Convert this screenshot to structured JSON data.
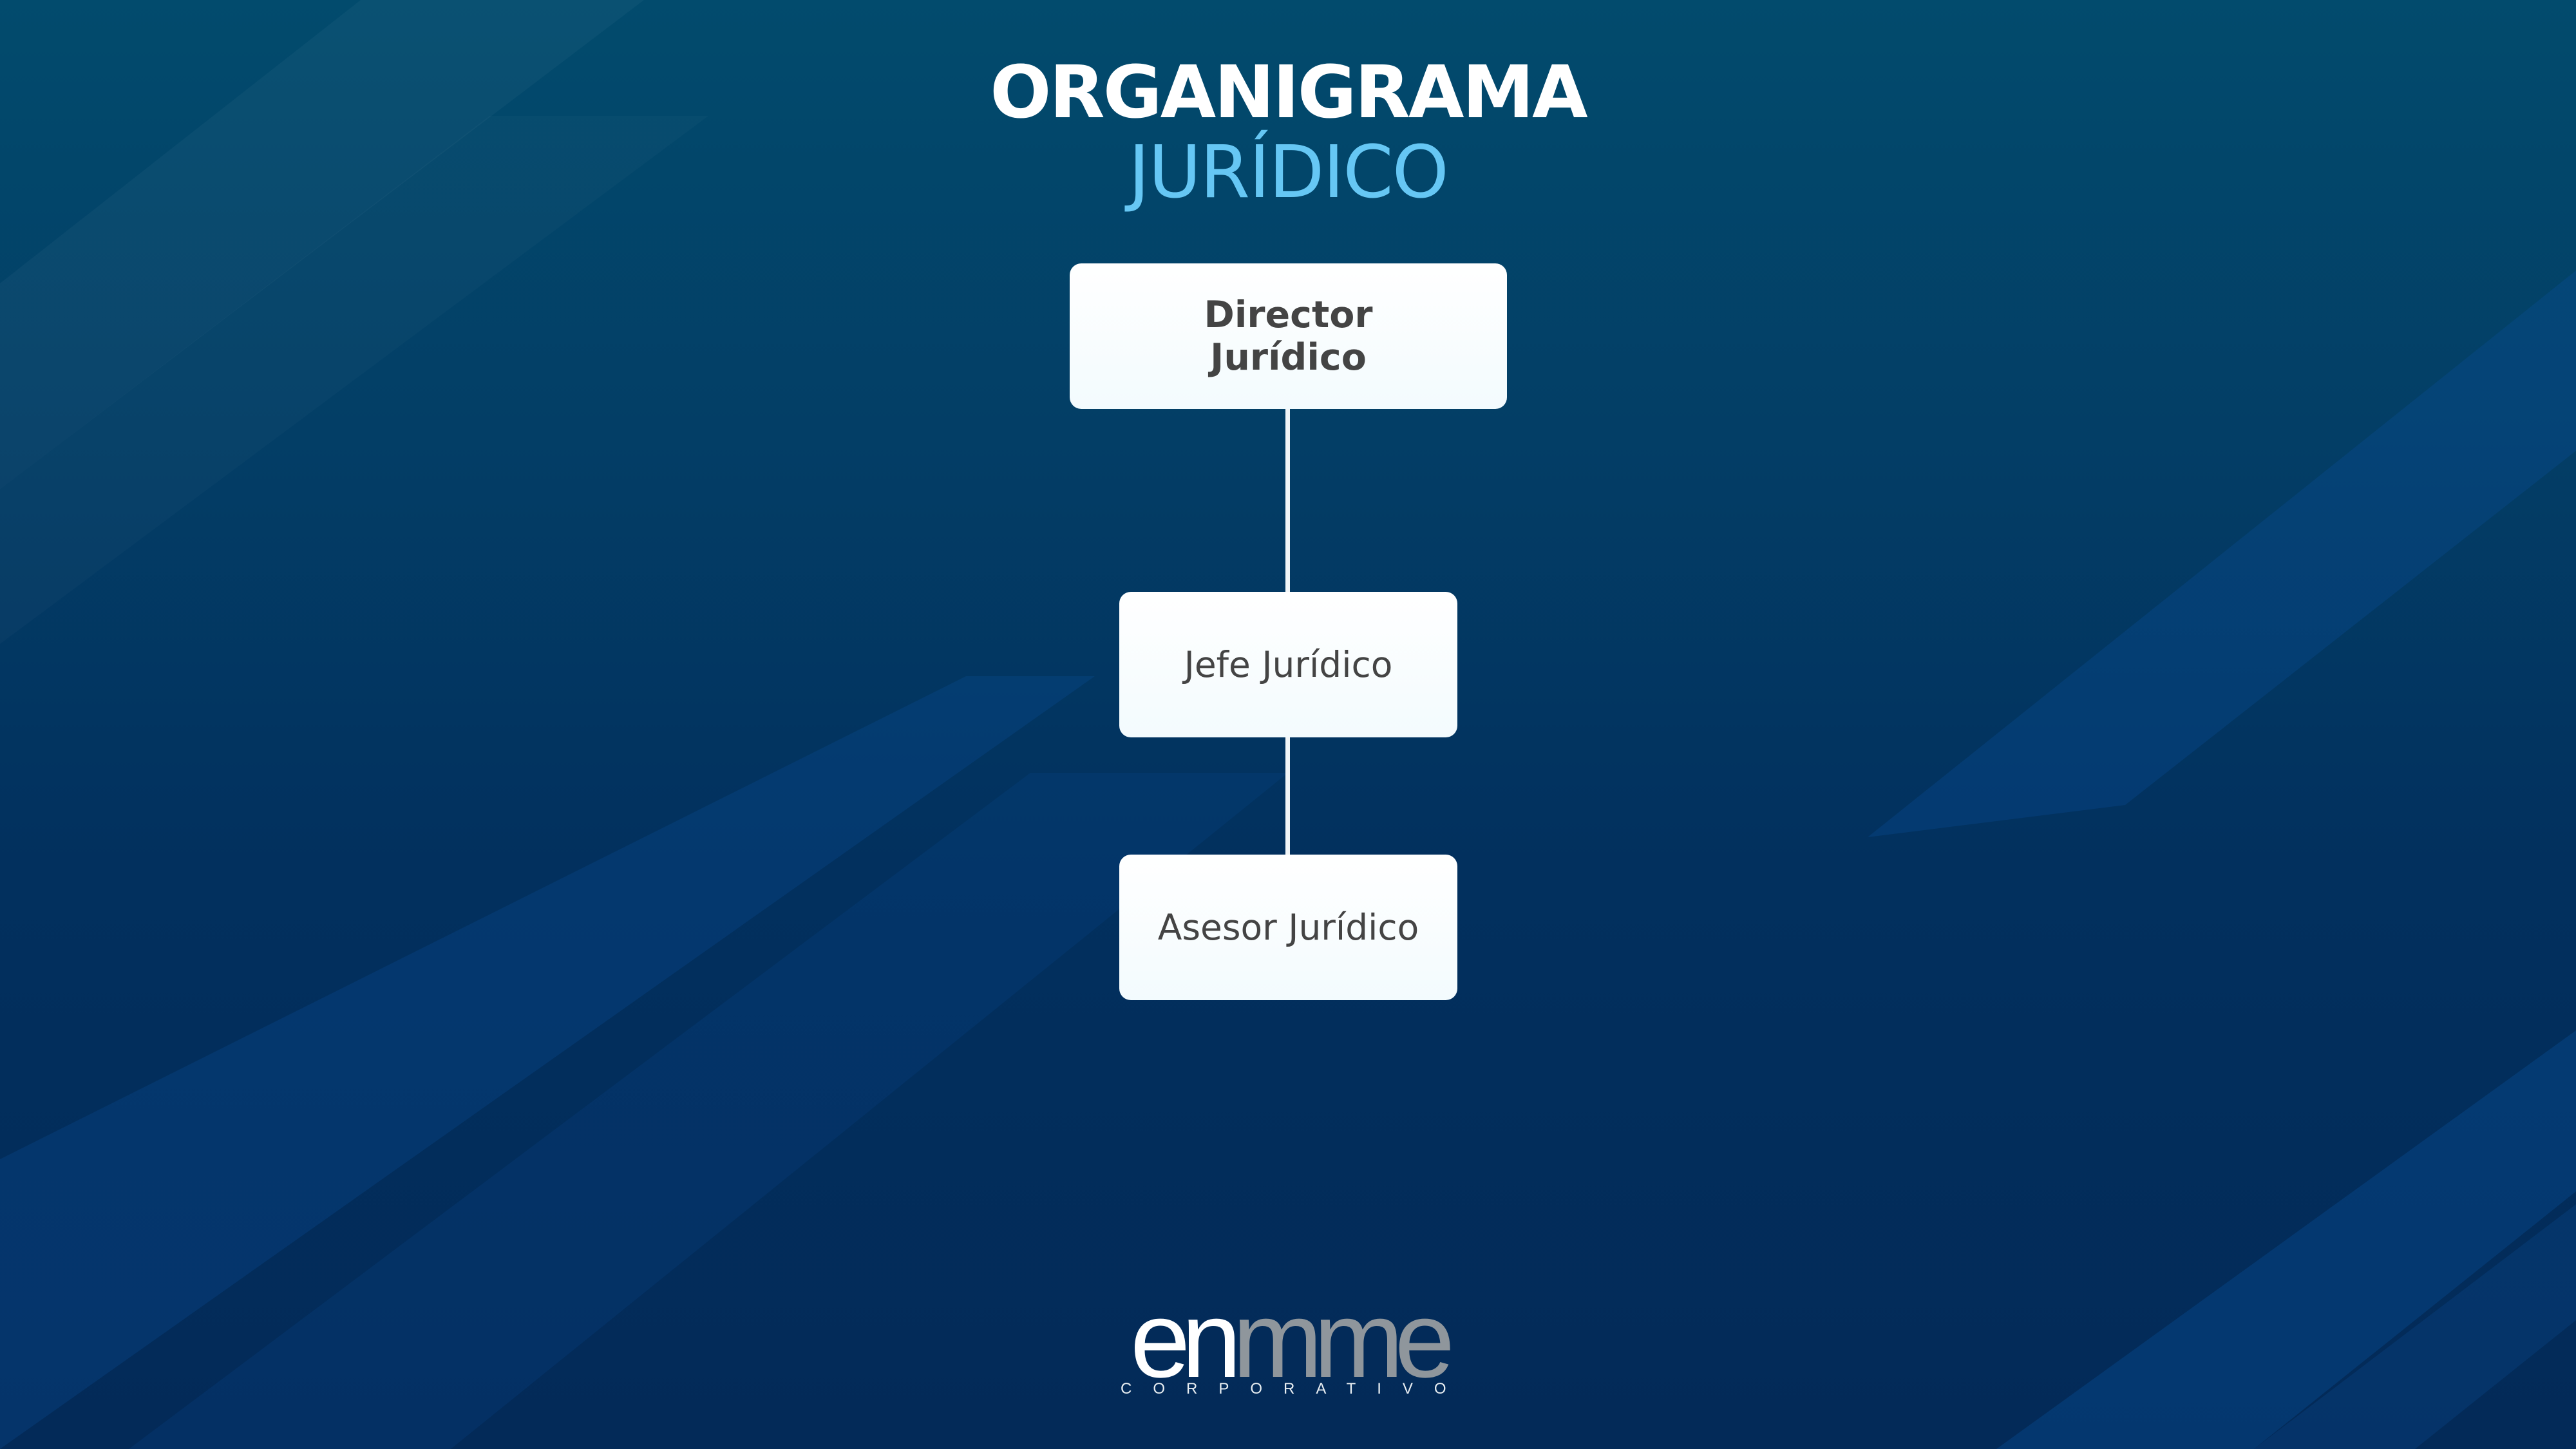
{
  "title": {
    "line1": "ORGANIGRAMA",
    "line2": "JURÍDICO"
  },
  "nodes": {
    "director": "Director\nJurídico",
    "jefe": "Jefe Jurídico",
    "asesor": "Asesor Jurídico"
  },
  "logo": {
    "part1": "en",
    "part2": "m",
    "part3": "me",
    "tagline": "CORPORATIVO"
  },
  "colors": {
    "background_top": "#024b6d",
    "background_bottom": "#032a58",
    "title_primary": "#ffffff",
    "title_accent": "#66c7f4",
    "node_fill": "#ffffff",
    "node_text": "#444444",
    "connector": "#f1f5f7"
  }
}
